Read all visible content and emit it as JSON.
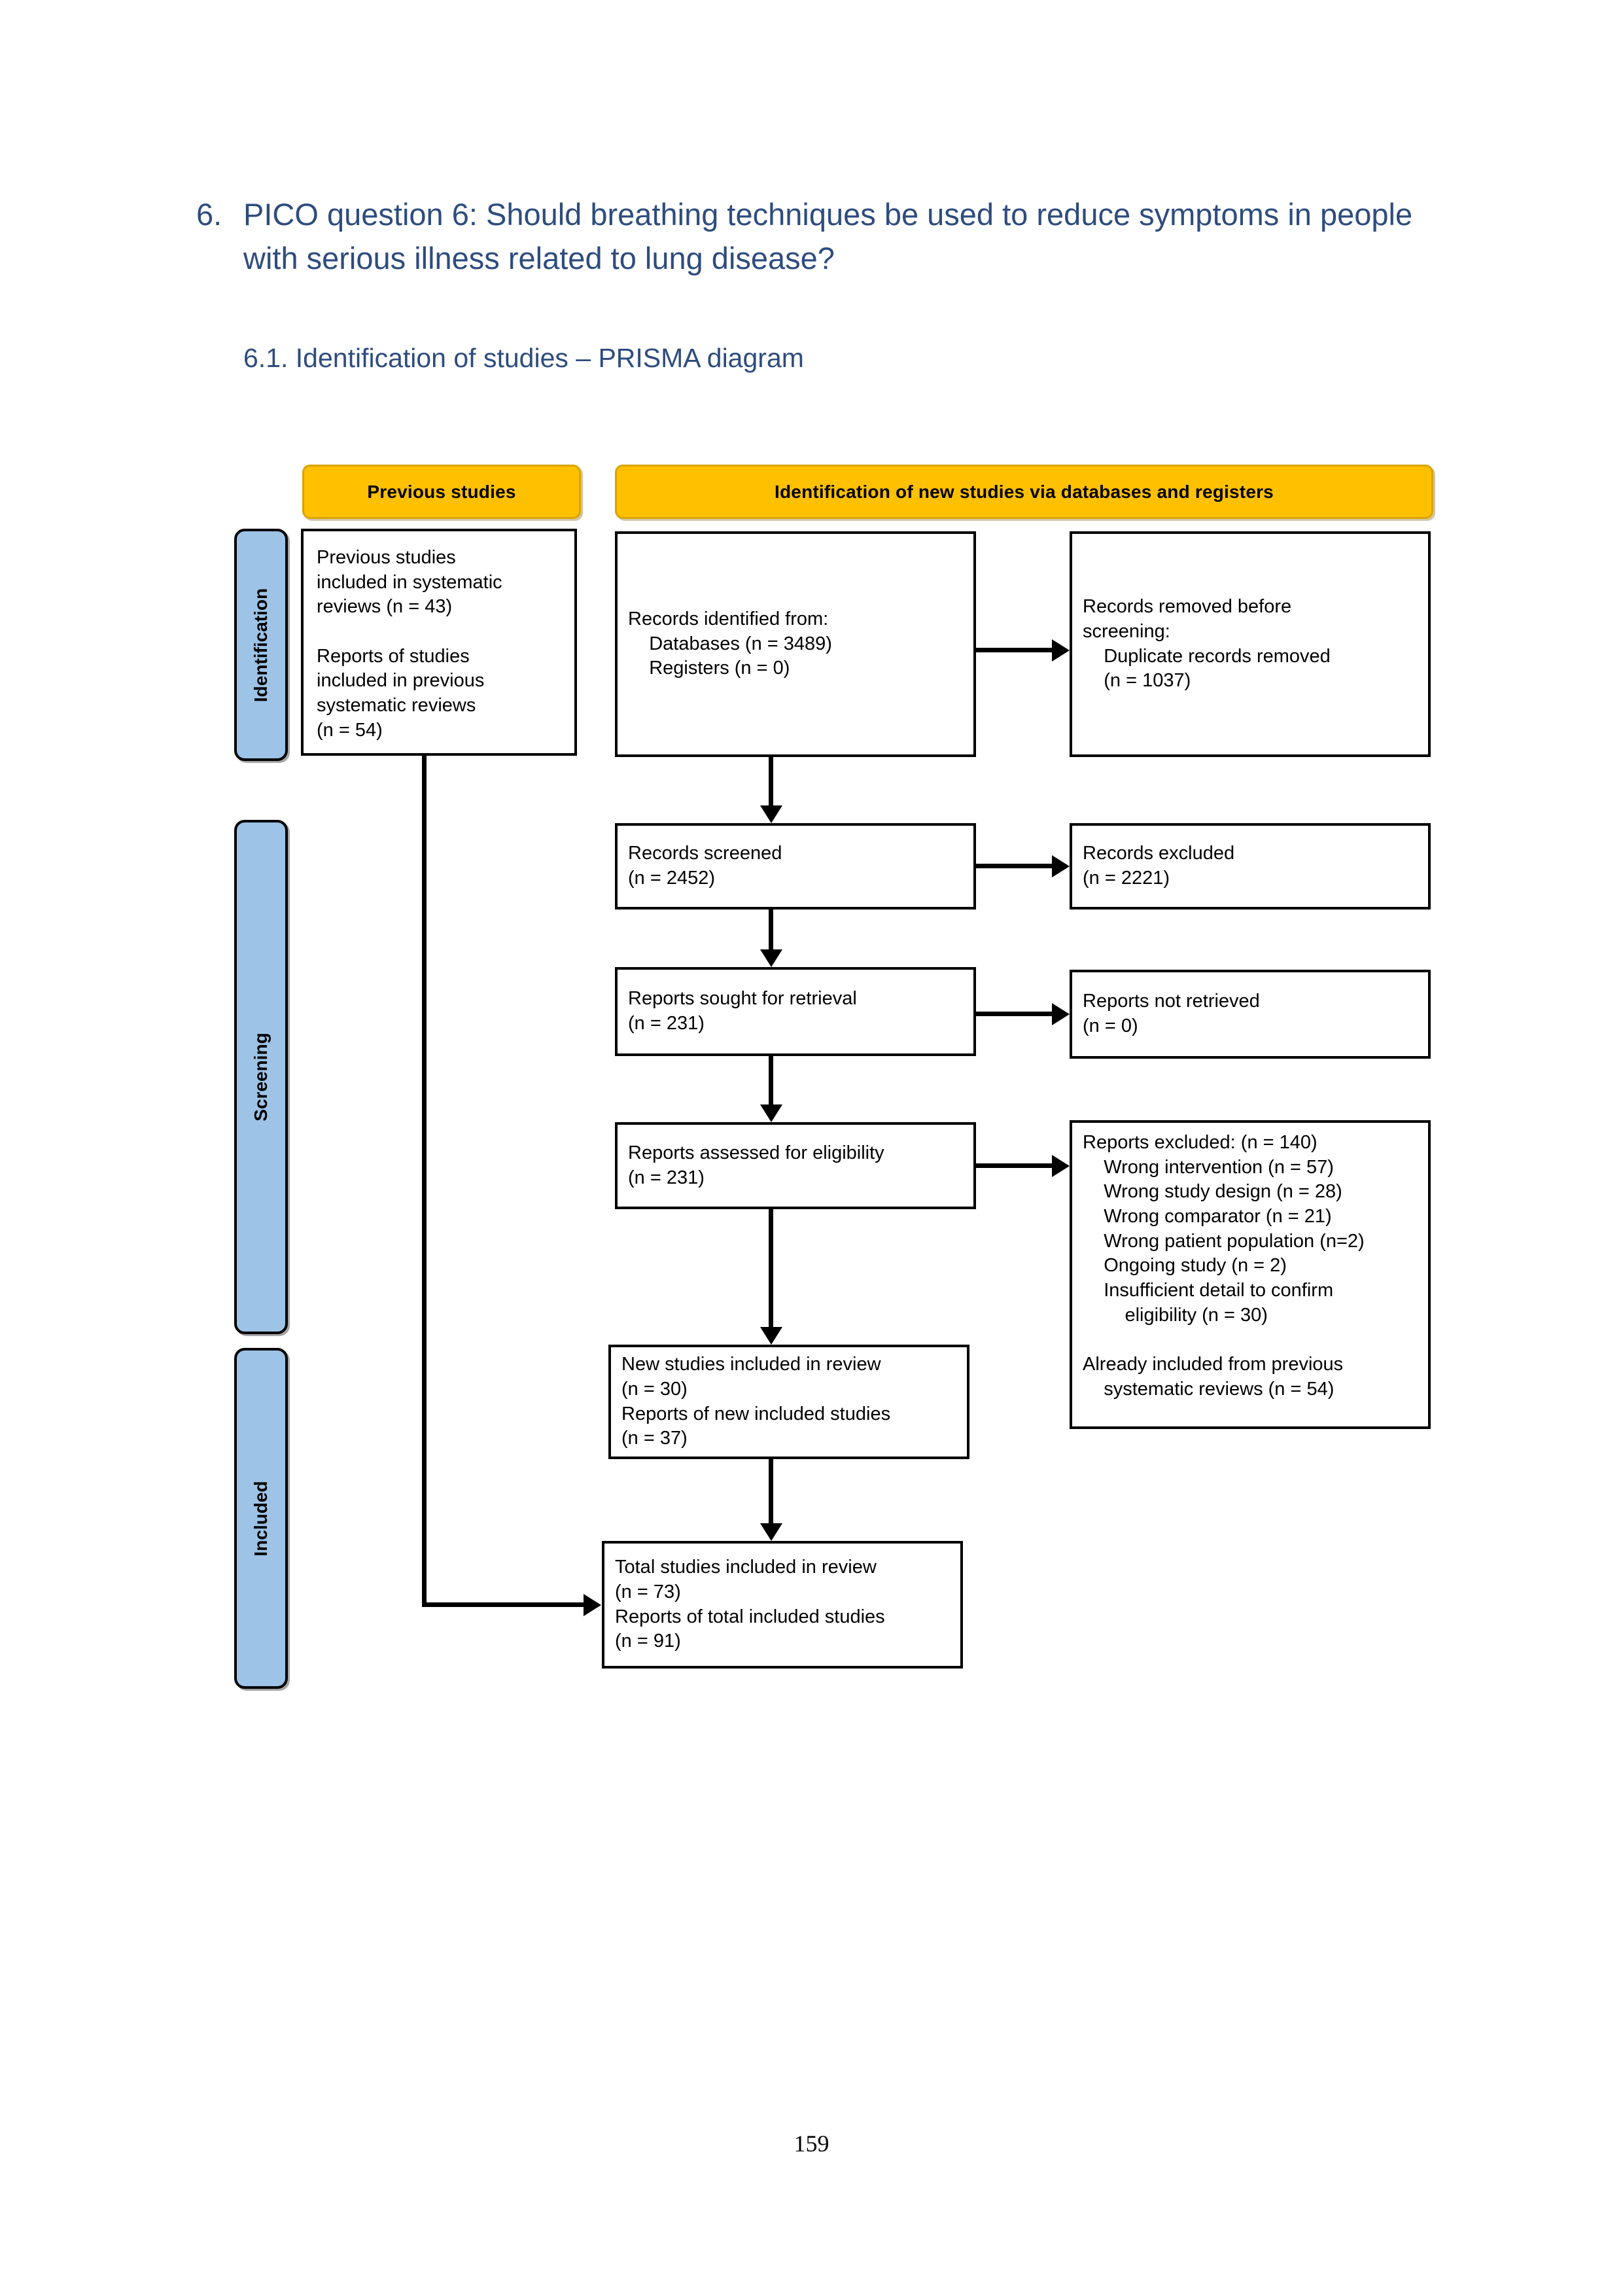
{
  "heading": {
    "number": "6.",
    "title": "PICO question 6: Should breathing techniques be used to reduce symptoms in people with serious illness related to lung disease?",
    "subheading": "6.1. Identification of studies – PRISMA diagram"
  },
  "colors": {
    "heading_blue": "#2E4C7E",
    "header_bar_orange": "#FFC000",
    "header_bar_border": "#D9A400",
    "phase_band_blue": "#9DC3E6",
    "box_border": "#000000"
  },
  "diagram": {
    "header_bars": {
      "previous": "Previous studies",
      "new": "Identification of new studies via databases and registers"
    },
    "phase_bands": {
      "identification": "Identification",
      "screening": "Screening",
      "included": "Included"
    },
    "boxes": {
      "previous_studies": "Previous studies\nincluded in systematic\nreviews (n = 43)\n\nReports of studies\nincluded in previous\nsystematic reviews\n(n = 54)",
      "records_identified": "Records identified from:\n    Databases (n = 3489)\n    Registers (n = 0)",
      "records_removed": "Records removed before\nscreening:\n    Duplicate records removed\n    (n = 1037)",
      "records_screened": "Records screened\n(n = 2452)",
      "records_excluded": "Records excluded\n(n = 2221)",
      "reports_sought": "Reports sought for retrieval\n(n = 231)",
      "reports_not_retrieved": "Reports not retrieved\n(n = 0)",
      "reports_assessed": "Reports assessed for eligibility\n(n = 231)",
      "reports_excluded": "Reports excluded: (n = 140)\n    Wrong intervention (n = 57)\n    Wrong study design (n = 28)\n    Wrong comparator (n = 21)\n    Wrong patient population (n=2)\n    Ongoing study (n = 2)\n    Insufficient detail to confirm\n        eligibility (n = 30)\n\nAlready included from previous\n    systematic reviews (n = 54)",
      "new_studies": "New studies included in review\n(n = 30)\nReports of new included studies\n(n = 37)",
      "total_studies": "Total studies included in review\n(n = 73)\nReports of total included studies\n(n = 91)"
    }
  },
  "footer": {
    "page_number": "159"
  }
}
